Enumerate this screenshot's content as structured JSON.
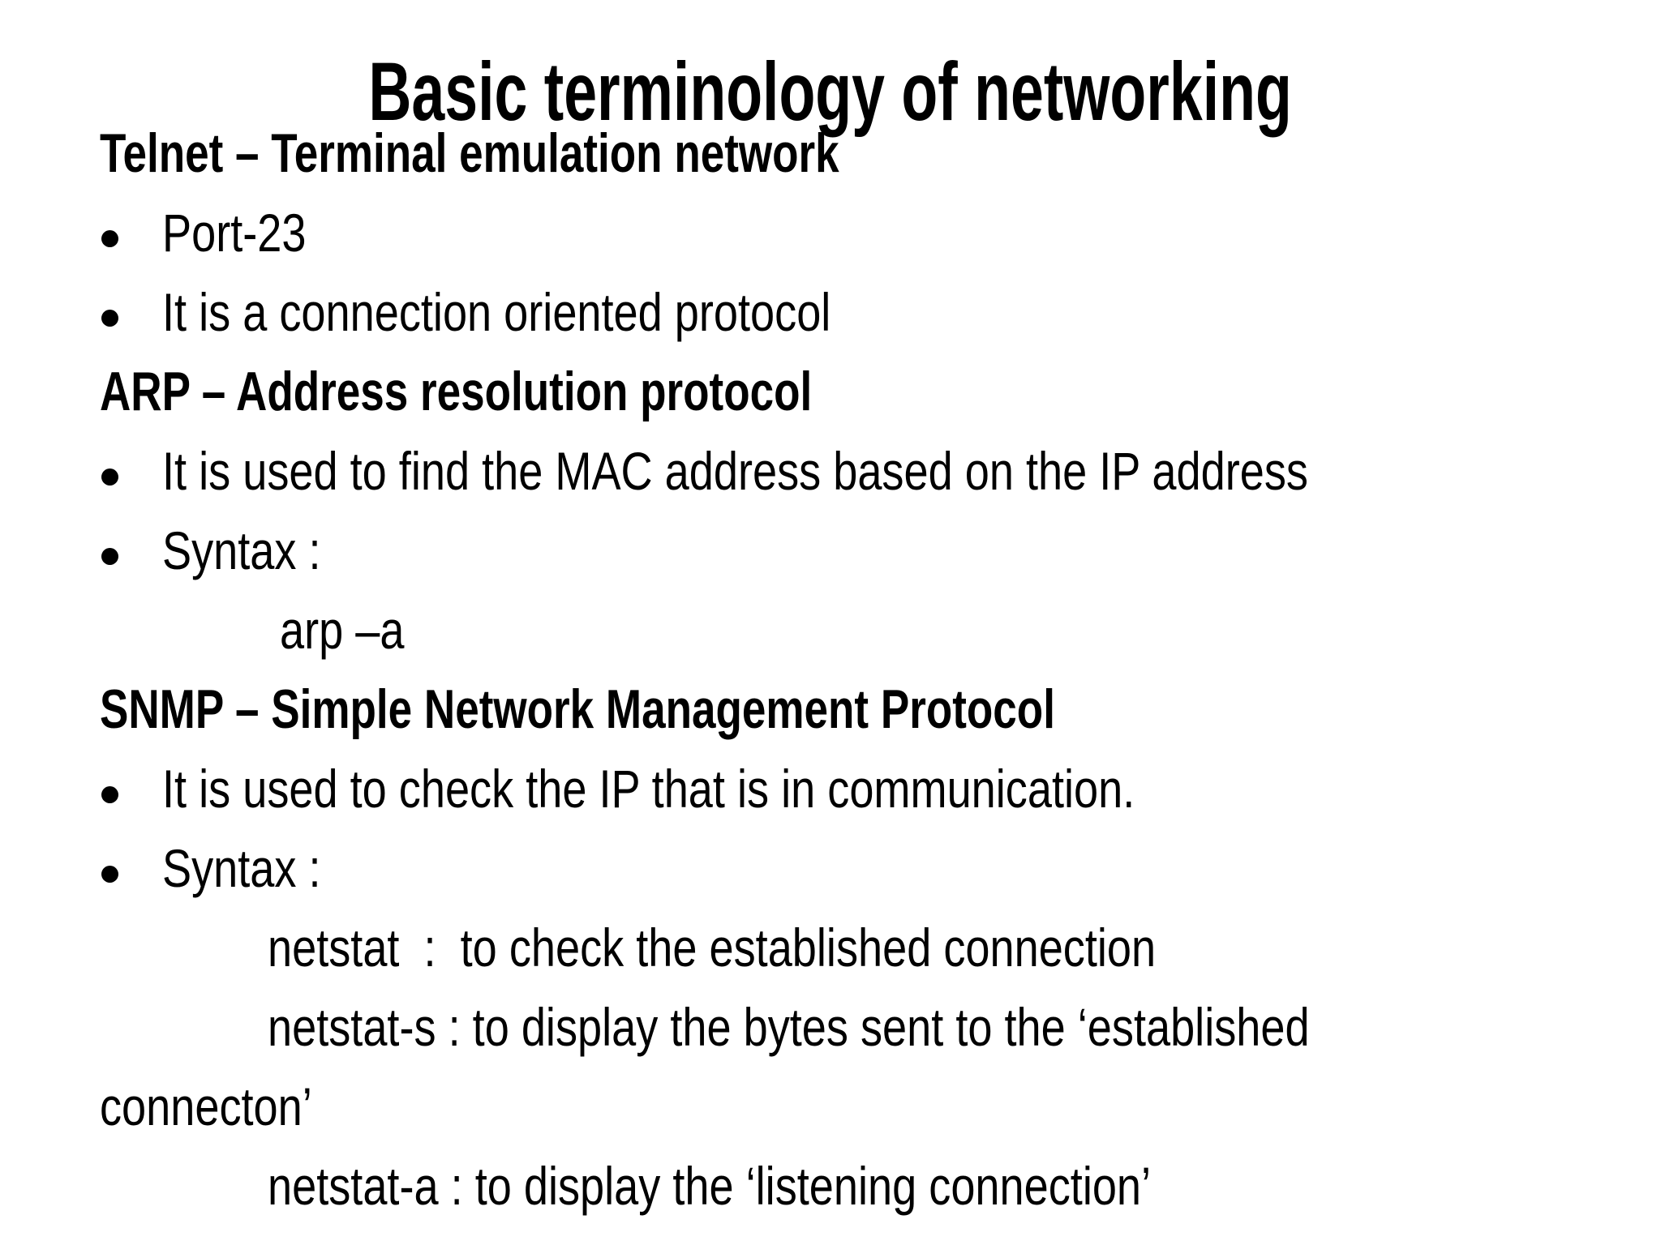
{
  "slide": {
    "title": "Basic terminology of networking",
    "background_color": "#ffffff",
    "text_color": "#000000"
  },
  "lines": [
    {
      "type": "heading",
      "text": "Telnet – Terminal emulation network"
    },
    {
      "type": "bullet",
      "text": "Port-23"
    },
    {
      "type": "bullet",
      "text": "It is a connection oriented protocol"
    },
    {
      "type": "heading",
      "text": "ARP – Address resolution protocol"
    },
    {
      "type": "bullet",
      "text": "It is used to find the MAC address based on the IP address"
    },
    {
      "type": "bullet",
      "text": "Syntax :"
    },
    {
      "type": "indent",
      "text": "arp –a"
    },
    {
      "type": "heading",
      "text": "SNMP – Simple Network Management Protocol"
    },
    {
      "type": "bullet",
      "text": "It is used to check the IP that is in communication."
    },
    {
      "type": "bullet",
      "text": "Syntax :"
    },
    {
      "type": "indent",
      "text": "netstat  :  to check the established connection"
    },
    {
      "type": "indent",
      "text": "netstat-s : to display the bytes sent to the ‘established"
    },
    {
      "type": "cont",
      "text": "connecton’"
    },
    {
      "type": "indent",
      "text": "netstat-a : to display the ‘listening connection’"
    }
  ]
}
